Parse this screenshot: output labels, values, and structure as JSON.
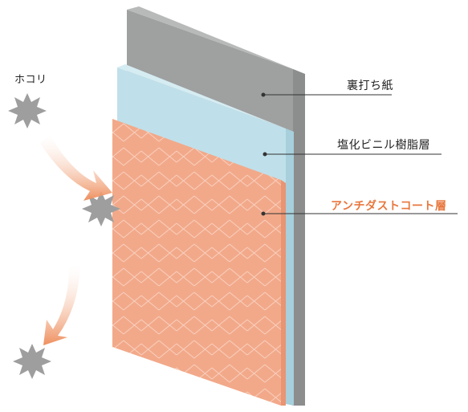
{
  "dust_label": "ホコリ",
  "layers": [
    {
      "label": "裏打ち紙",
      "color": "#9fa0a0",
      "label_color": "#222222"
    },
    {
      "label": "塩化ビニル樹脂層",
      "color": "#bfe0ea",
      "label_color": "#222222"
    },
    {
      "label": "アンチダストコート層",
      "color": "#f2a98a",
      "label_color": "#e8773e"
    }
  ],
  "colors": {
    "dust": "#9e9e9e",
    "arrow": "#ee8f5e",
    "leader_line": "#333333"
  }
}
